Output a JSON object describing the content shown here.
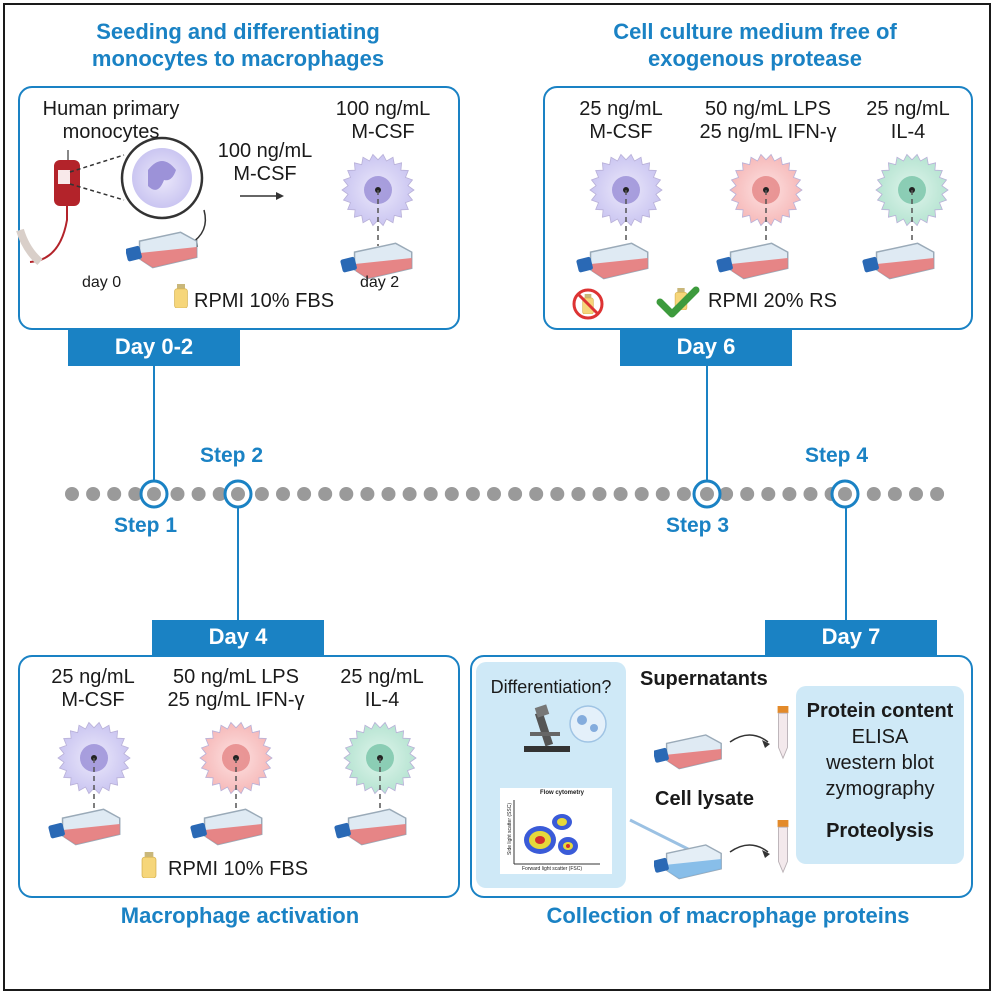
{
  "titles": {
    "seeding": [
      "Seeding and differentiating",
      "monocytes to macrophages"
    ],
    "medium": [
      "Cell culture medium free of",
      "exogenous protease"
    ],
    "activation": "Macrophage activation",
    "collection": "Collection of macrophage proteins"
  },
  "tabs": {
    "day02": "Day 0-2",
    "day6": "Day 6",
    "day4": "Day 4",
    "day7": "Day 7"
  },
  "steps": {
    "s1": "Step 1",
    "s2": "Step 2",
    "s3": "Step 3",
    "s4": "Step 4"
  },
  "panel1": {
    "monocytes": [
      "Human primary",
      "monocytes"
    ],
    "mcsf_arrow": [
      "100 ng/mL",
      "M-CSF"
    ],
    "mcsf_top": [
      "100 ng/mL",
      "M-CSF"
    ],
    "day0": "day 0",
    "day2": "day 2",
    "medium": "RPMI 10% FBS"
  },
  "panel2": {
    "col1": [
      "25 ng/mL",
      "M-CSF"
    ],
    "col2": [
      "50 ng/mL LPS",
      "25 ng/mL IFN-γ"
    ],
    "col3": [
      "25 ng/mL",
      "IL-4"
    ],
    "medium": "RPMI 20% RS"
  },
  "panel3": {
    "col1": [
      "25 ng/mL",
      "M-CSF"
    ],
    "col2": [
      "50 ng/mL LPS",
      "25 ng/mL IFN-γ"
    ],
    "col3": [
      "25 ng/mL",
      "IL-4"
    ],
    "medium": "RPMI 10% FBS"
  },
  "panel4": {
    "differentiation": "Differentiation?",
    "flow_title": "Flow cytometry",
    "flow_x": "Forward light scatter (FSC)",
    "flow_y": "Side light scatter (SSC)",
    "supernatants": "Supernatants",
    "lysate": "Cell lysate",
    "protein_content": "Protein content",
    "methods": [
      "ELISA",
      "western blot",
      "zymography"
    ],
    "proteolysis": "Proteolysis"
  },
  "colors": {
    "accent": "#1a82c4",
    "m0": "#b9b4e8",
    "m1": "#f2a4a4",
    "m2": "#a8dcc8",
    "timeline_dot": "#9a9a9a"
  }
}
